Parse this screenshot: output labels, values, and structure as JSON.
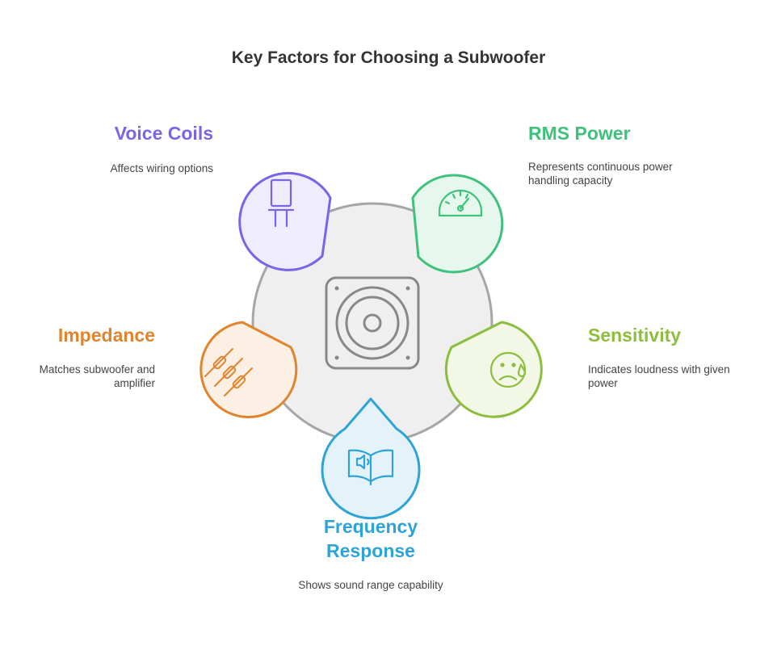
{
  "title": "Key Factors for Choosing a Subwoofer",
  "colors": {
    "hub_fill": "#efefef",
    "hub_stroke": "#a6a6a6",
    "icon_gray": "#888888"
  },
  "center": {
    "icon": "speaker-icon"
  },
  "factors": [
    {
      "label": "Voice Coils",
      "description": "Affects wiring options",
      "icon": "capacitor-icon",
      "color": "#7b64e6",
      "fill": "#efecfd"
    },
    {
      "label": "RMS Power",
      "description": "Represents continuous power handling capacity",
      "icon": "gauge-icon",
      "color": "#3fc17c",
      "fill": "#e6f8ee"
    },
    {
      "label": "Impedance",
      "description": "Matches subwoofer and amplifier",
      "icon": "resistor-icon",
      "color": "#e0842e",
      "fill": "#fcefe3"
    },
    {
      "label": "Sensitivity",
      "description": "Indicates loudness with given power",
      "icon": "sad-face-icon",
      "color": "#8dbd3c",
      "fill": "#f2f8e5"
    },
    {
      "label": "Frequency Response",
      "description": "Shows sound range capability",
      "icon": "audio-book-icon",
      "color": "#2da3d6",
      "fill": "#e4f3fa"
    }
  ]
}
